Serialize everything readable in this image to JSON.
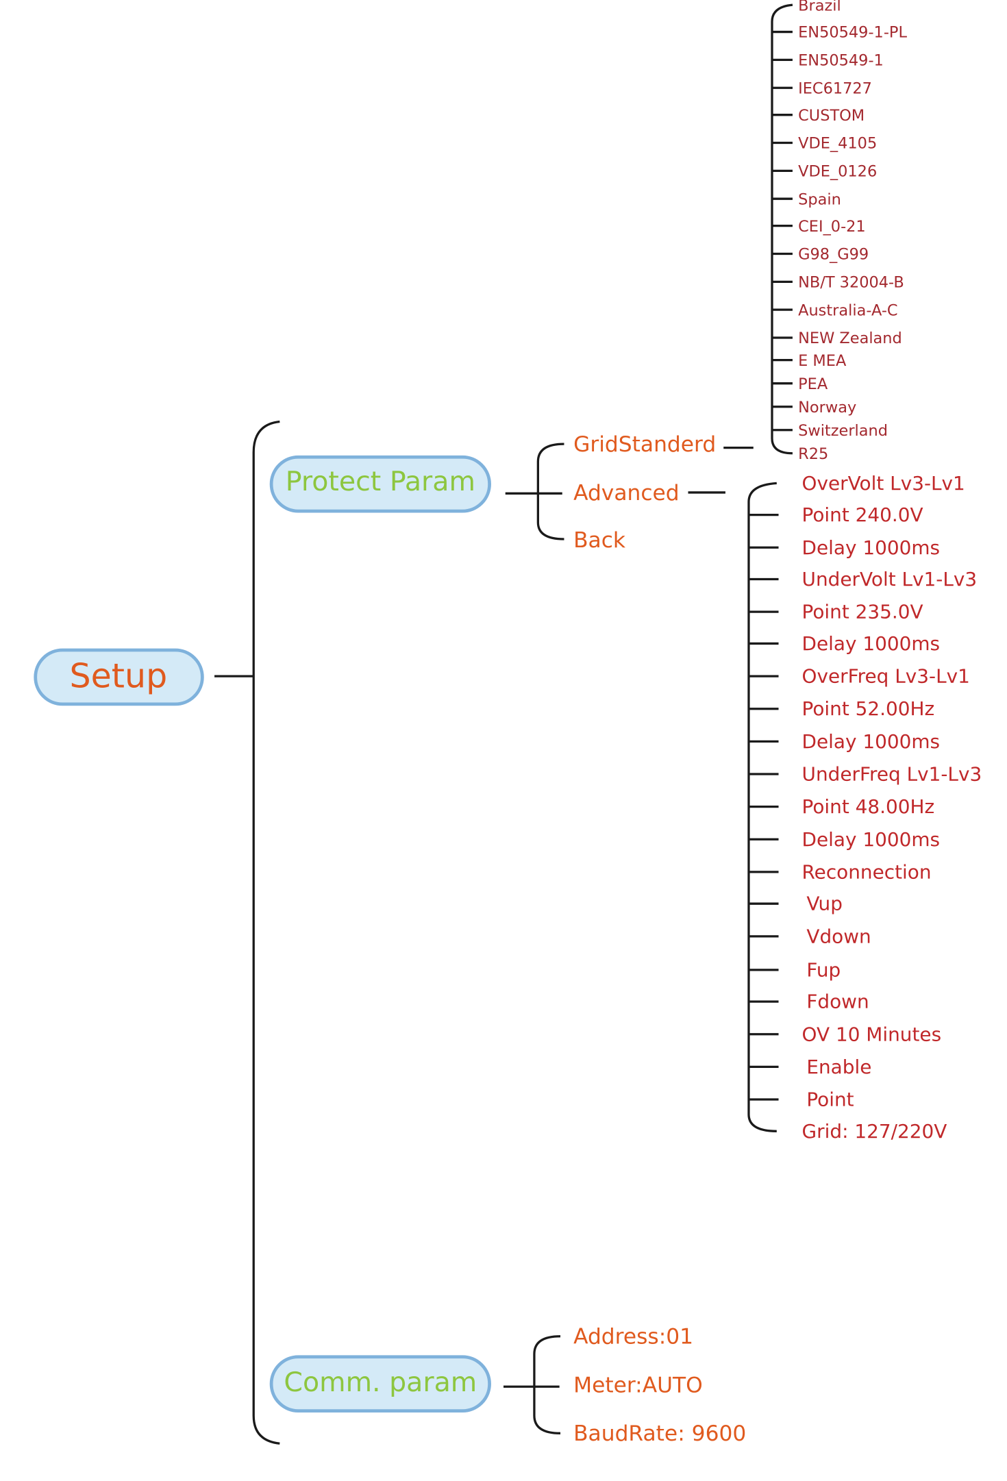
{
  "root": {
    "label": "Setup"
  },
  "protect_param": {
    "label": "Protect Param",
    "children": [
      "GridStanderd",
      "Advanced",
      "Back"
    ],
    "grid_standards": [
      "Brazil",
      "EN50549-1-PL",
      "EN50549-1",
      "IEC61727",
      "CUSTOM",
      "VDE_4105",
      "VDE_0126",
      "Spain",
      "CEI_0-21",
      "G98_G99",
      "NB/T 32004-B",
      "Australia-A-C",
      "NEW Zealand",
      "E MEA",
      "PEA",
      "Norway",
      "Switzerland",
      "R25"
    ],
    "advanced": [
      "OverVolt Lv3-Lv1",
      "Point 240.0V",
      "Delay 1000ms",
      "UnderVolt Lv1-Lv3",
      "Point 235.0V",
      "Delay 1000ms",
      "OverFreq Lv3-Lv1",
      "Point 52.00Hz",
      "Delay 1000ms",
      "UnderFreq Lv1-Lv3",
      "Point 48.00Hz",
      "Delay 1000ms",
      "Reconnection",
      "Vup",
      "Vdown",
      "Fup",
      "Fdown",
      "OV 10 Minutes",
      "Enable",
      "Point",
      "Grid: 127/220V"
    ]
  },
  "comm_param": {
    "label": "Comm. param",
    "children": [
      "Address:01",
      "Meter:AUTO",
      "BaudRate: 9600"
    ]
  },
  "colors": {
    "pill_fill": "#d4eaf7",
    "pill_stroke": "#7fb2dc",
    "root_text": "#e05a1e",
    "level1_text": "#8dc63f",
    "level2_text": "#e05a1e",
    "grid_text": "#a3282e",
    "advanced_text": "#c0282a"
  }
}
